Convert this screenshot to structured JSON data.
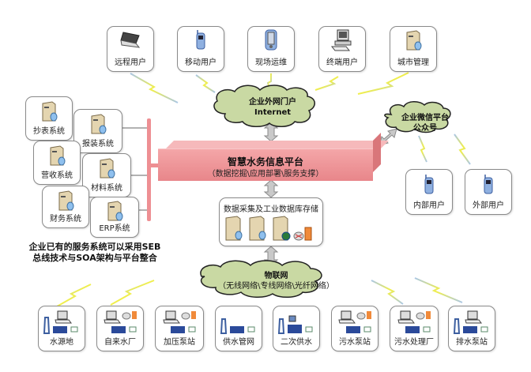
{
  "top_users": [
    {
      "label": "远程用户",
      "icon": "laptop-icon"
    },
    {
      "label": "移动用户",
      "icon": "mobile-phone-icon"
    },
    {
      "label": "现场运维",
      "icon": "pda-icon"
    },
    {
      "label": "终端用户",
      "icon": "desktop-computer-icon"
    },
    {
      "label": "城市管理",
      "icon": "server-icon"
    }
  ],
  "internet_cloud": {
    "title": "企业外网门户",
    "subtitle": "Internet"
  },
  "wechat_cloud": {
    "title": "企业微信平台",
    "subtitle": "公众号"
  },
  "wechat_users": [
    {
      "label": "内部用户",
      "icon": "mobile-phone-icon"
    },
    {
      "label": "外部用户",
      "icon": "mobile-phone-icon"
    }
  ],
  "platform": {
    "title": "智慧水务信息平台",
    "subtitle": "（数据挖掘\\应用部署\\服务支撑）"
  },
  "enterprise_systems": [
    {
      "label": "抄表系统"
    },
    {
      "label": "报装系统"
    },
    {
      "label": "营收系统"
    },
    {
      "label": "材料系统"
    },
    {
      "label": "财务系统"
    },
    {
      "label": "ERP系统"
    }
  ],
  "caption": {
    "line1": "企业已有的服务系统可以采用SEB",
    "line2": "总线技术与SOA架构与平台整合"
  },
  "data_store": {
    "title": "数据采集及工业数据库存储"
  },
  "iot_cloud": {
    "title": "物联网",
    "subtitle": "（无线网络\\专线网络\\光纤网络）"
  },
  "field_sites": [
    {
      "label": "水源地"
    },
    {
      "label": "自来水厂"
    },
    {
      "label": "加压泵站"
    },
    {
      "label": "供水管网"
    },
    {
      "label": "二次供水"
    },
    {
      "label": "污水泵站"
    },
    {
      "label": "污水处理厂"
    },
    {
      "label": "排水泵站"
    }
  ],
  "colors": {
    "cloud": "#c9d9a3",
    "platform": "#ec9195",
    "bus": "#ee8f93",
    "lightning": "#f1ef4a",
    "link": "#9fbfe0"
  }
}
